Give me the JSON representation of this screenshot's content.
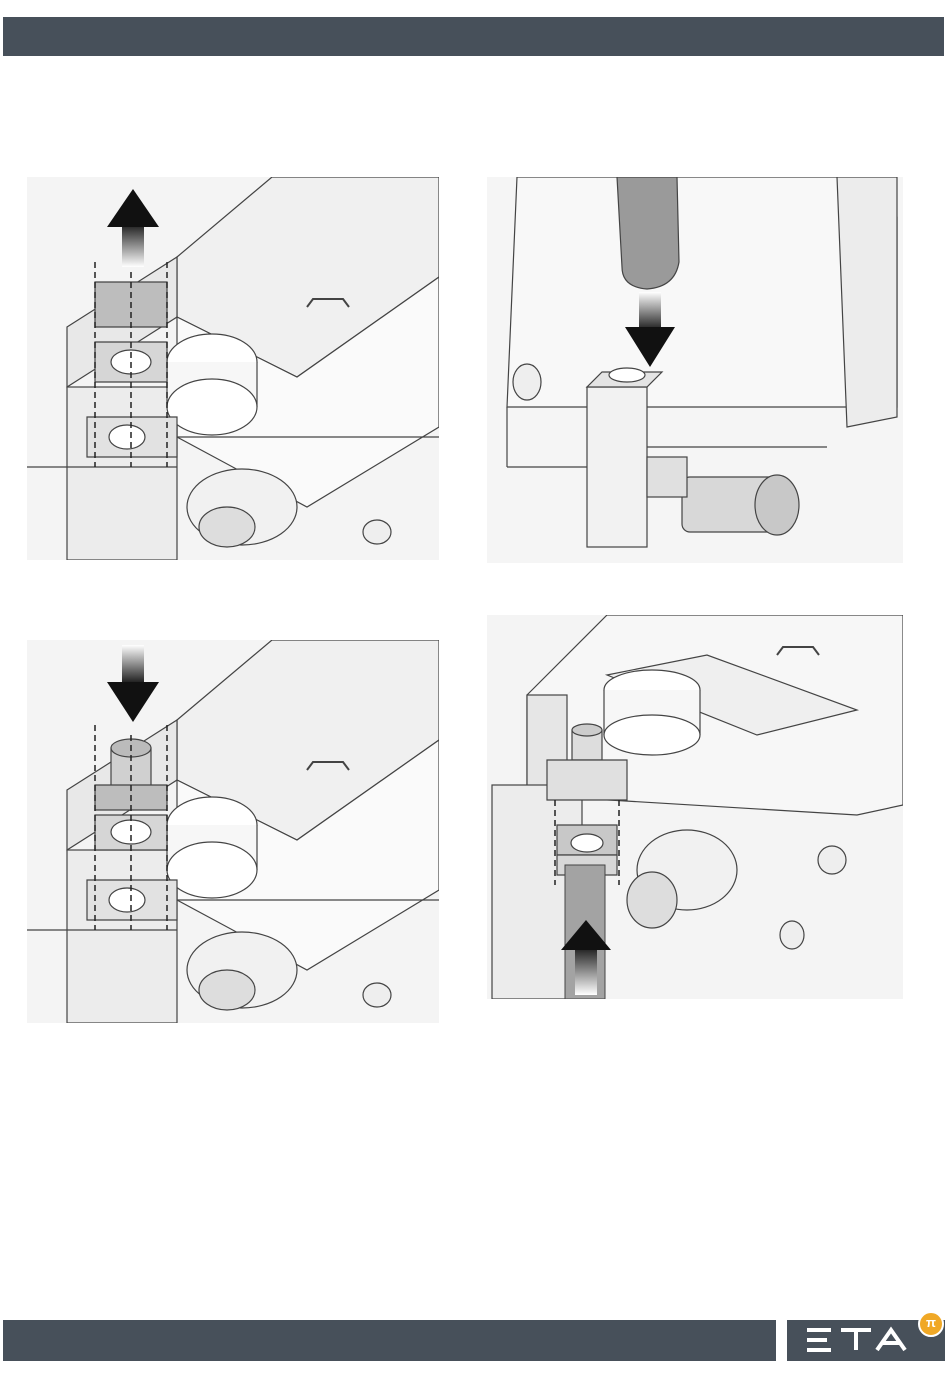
{
  "header": {
    "title": ""
  },
  "footer": {
    "brand": "ETA",
    "badge_icon": "eta-pi-icon",
    "bar_color": "#47505a",
    "accent_color": "#f0a826"
  },
  "figures": [
    {
      "id": "step-1",
      "arrow": "up",
      "icon": "arrow-up-icon"
    },
    {
      "id": "step-2",
      "arrow": "down",
      "icon": "arrow-down-icon"
    },
    {
      "id": "step-3",
      "arrow": "down",
      "icon": "arrow-down-icon"
    },
    {
      "id": "step-4",
      "arrow": "up",
      "icon": "arrow-up-icon"
    }
  ]
}
